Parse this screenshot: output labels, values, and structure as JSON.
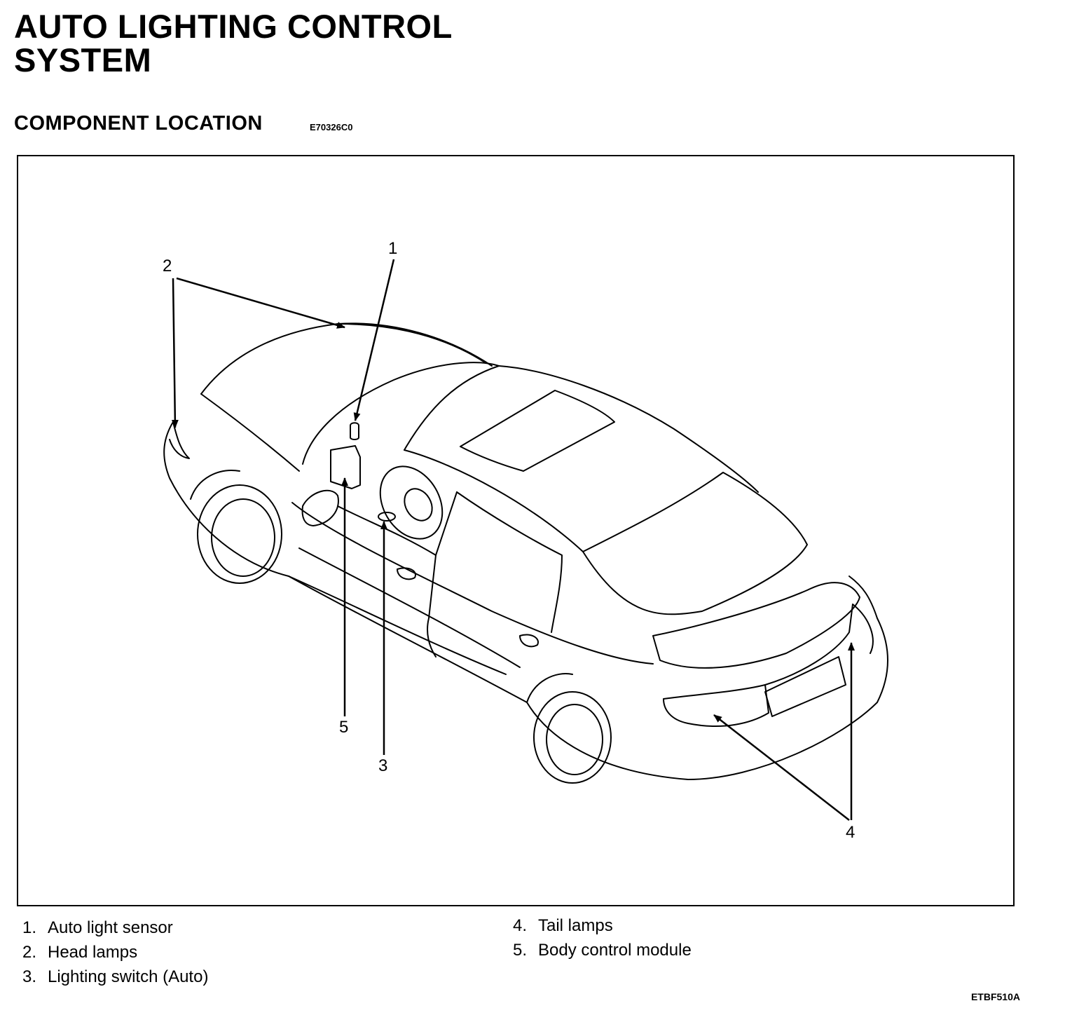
{
  "header": {
    "title_line1": "AUTO LIGHTING CONTROL",
    "title_line2": "SYSTEM",
    "section": "COMPONENT LOCATION",
    "section_code": "E70326C0"
  },
  "diagram": {
    "callouts": [
      "1",
      "2",
      "3",
      "4",
      "5"
    ]
  },
  "legend": {
    "left": [
      {
        "num": "1.",
        "label": "Auto light sensor"
      },
      {
        "num": "2.",
        "label": "Head lamps"
      },
      {
        "num": "3.",
        "label": "Lighting switch (Auto)"
      }
    ],
    "right": [
      {
        "num": "4.",
        "label": "Tail lamps"
      },
      {
        "num": "5.",
        "label": "Body control module"
      }
    ]
  },
  "figure_id": "ETBF510A"
}
